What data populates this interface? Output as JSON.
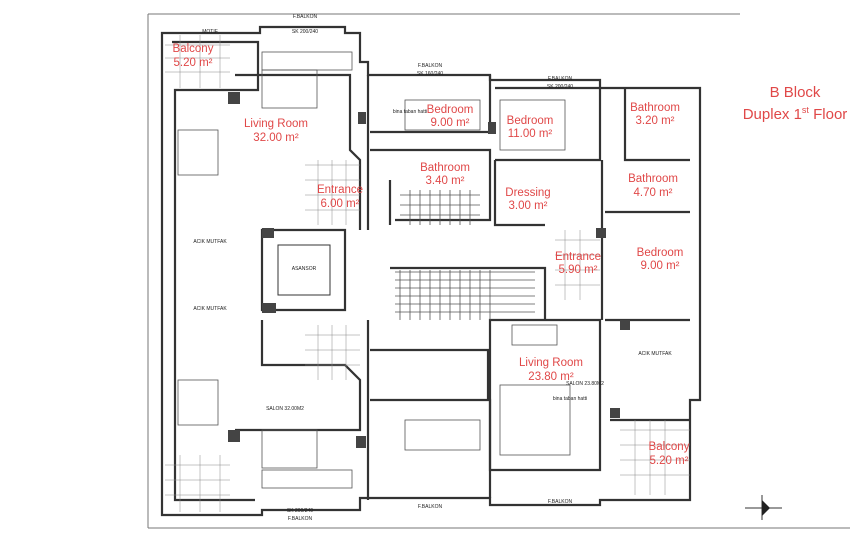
{
  "title": {
    "line1": "B Block",
    "line2_prefix": "Duplex 1",
    "line2_sup": "st",
    "line2_suffix": " Floor"
  },
  "rooms": [
    {
      "name": "Balcony",
      "area": "5.20 m²"
    },
    {
      "name": "Living Room",
      "area": "32.00 m²"
    },
    {
      "name": "Bedroom",
      "area": "9.00 m²"
    },
    {
      "name": "Bedroom",
      "area": "11.00 m²"
    },
    {
      "name": "Bathroom",
      "area": "3.20 m²"
    },
    {
      "name": "Bathroom",
      "area": "3.40 m²"
    },
    {
      "name": "Entrance",
      "area": "6.00 m²"
    },
    {
      "name": "Dressing",
      "area": "3.00 m²"
    },
    {
      "name": "Bathroom",
      "area": "4.70 m²"
    },
    {
      "name": "Entrance",
      "area": "5.90 m²"
    },
    {
      "name": "Bedroom",
      "area": "9.00 m²"
    },
    {
      "name": "Living Room",
      "area": "23.80 m²"
    },
    {
      "name": "Balcony",
      "area": "5.20 m²"
    }
  ],
  "plan_labels": {
    "balkon": "F.BALKON",
    "sk_200": "SK 200/240",
    "sk_160": "SK 160/240",
    "motif": "MOTIF",
    "acik_mutfak": "ACIK MUTFAK",
    "salon_32": "SALON 32.00M2",
    "salon_23": "SALON 23.80M2",
    "asansor": "ASANSOR",
    "bina_taban": "bina taban hatti"
  }
}
